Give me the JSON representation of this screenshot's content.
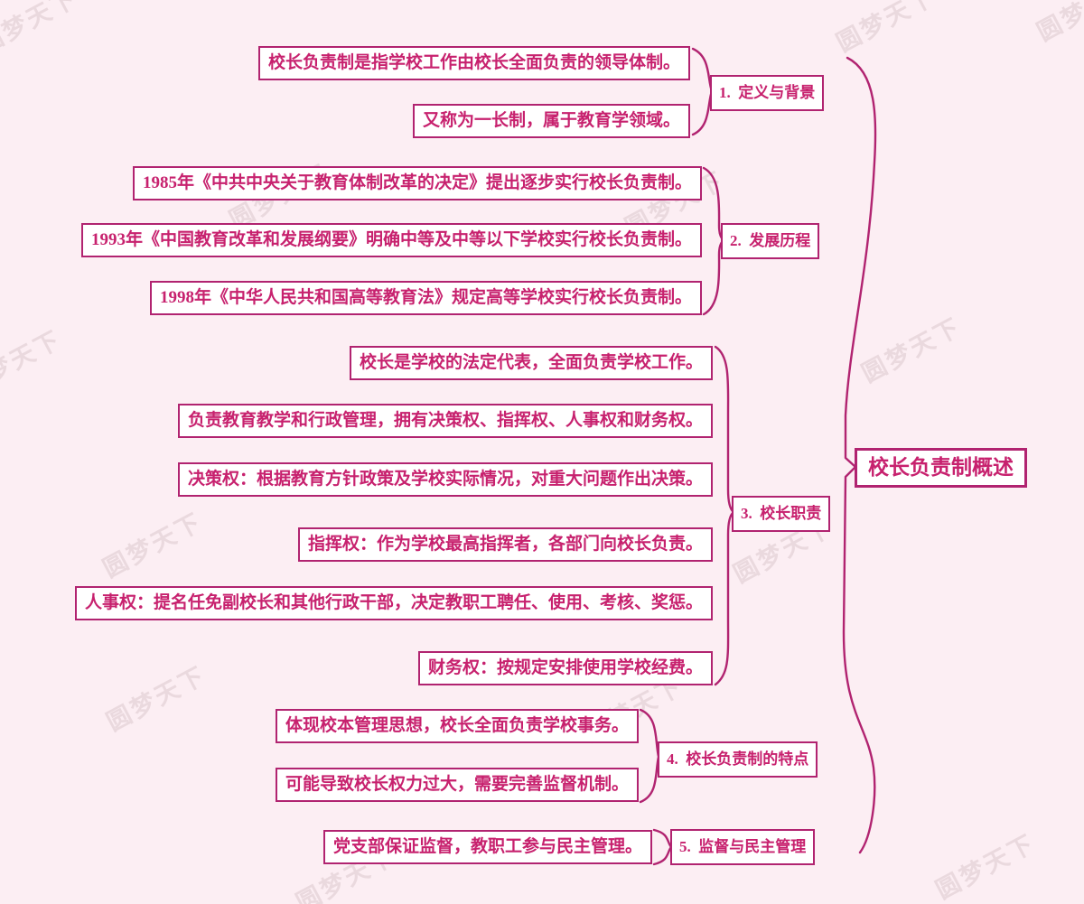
{
  "root": {
    "text": "校长负责制概述"
  },
  "branches": [
    {
      "label": "1.  定义与背景",
      "children": [
        "校长负责制是指学校工作由校长全面负责的领导体制。",
        "又称为一长制，属于教育学领域。"
      ]
    },
    {
      "label": "2.  发展历程",
      "children": [
        "1985年《中共中央关于教育体制改革的决定》提出逐步实行校长负责制。",
        "1993年《中国教育改革和发展纲要》明确中等及中等以下学校实行校长负责制。",
        "1998年《中华人民共和国高等教育法》规定高等学校实行校长负责制。"
      ]
    },
    {
      "label": "3.  校长职责",
      "children": [
        "校长是学校的法定代表，全面负责学校工作。",
        "负责教育教学和行政管理，拥有决策权、指挥权、人事权和财务权。",
        "决策权：根据教育方针政策及学校实际情况，对重大问题作出决策。",
        "指挥权：作为学校最高指挥者，各部门向校长负责。",
        "人事权：提名任免副校长和其他行政干部，决定教职工聘任、使用、考核、奖惩。",
        "财务权：按规定安排使用学校经费。"
      ]
    },
    {
      "label": "4.  校长负责制的特点",
      "children": [
        "体现校本管理思想，校长全面负责学校事务。",
        "可能导致校长权力过大，需要完善监督机制。"
      ]
    },
    {
      "label": "5.  监督与民主管理",
      "children": [
        "党支部保证监督，教职工参与民主管理。"
      ]
    }
  ],
  "watermark": {
    "text": "圆梦天下"
  },
  "colors": {
    "background": "#fceef3",
    "box_fill": "#ffffff",
    "border": "#b12370",
    "text": "#c7216e",
    "watermark": "#dcc9ce"
  }
}
